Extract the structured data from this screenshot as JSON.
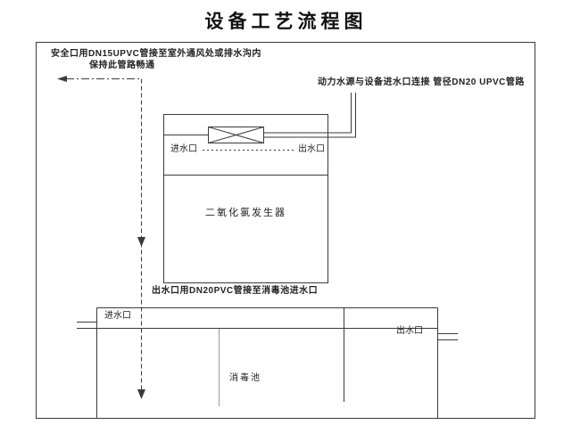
{
  "title": "设备工艺流程图",
  "notes": {
    "safety_line1": "安全口用DN15UPVC管接至室外通风处或排水沟内",
    "safety_line2": "保持此管路畅通",
    "power_water": "动力水源与设备进水口连接 管径DN20 UPVC管路",
    "outlet_pipe": "出水口用DN20PVC管接至消毒池进水口"
  },
  "generator": {
    "label": "二氧化氯发生器",
    "inlet_label": "进水口",
    "outlet_label": "出水口"
  },
  "pool": {
    "label": "消毒池",
    "inlet_label": "进水口",
    "outlet_label": "出水口"
  },
  "colors": {
    "line": "#3a3a3a",
    "light_line": "#9a9a9a",
    "background": "#ffffff"
  }
}
